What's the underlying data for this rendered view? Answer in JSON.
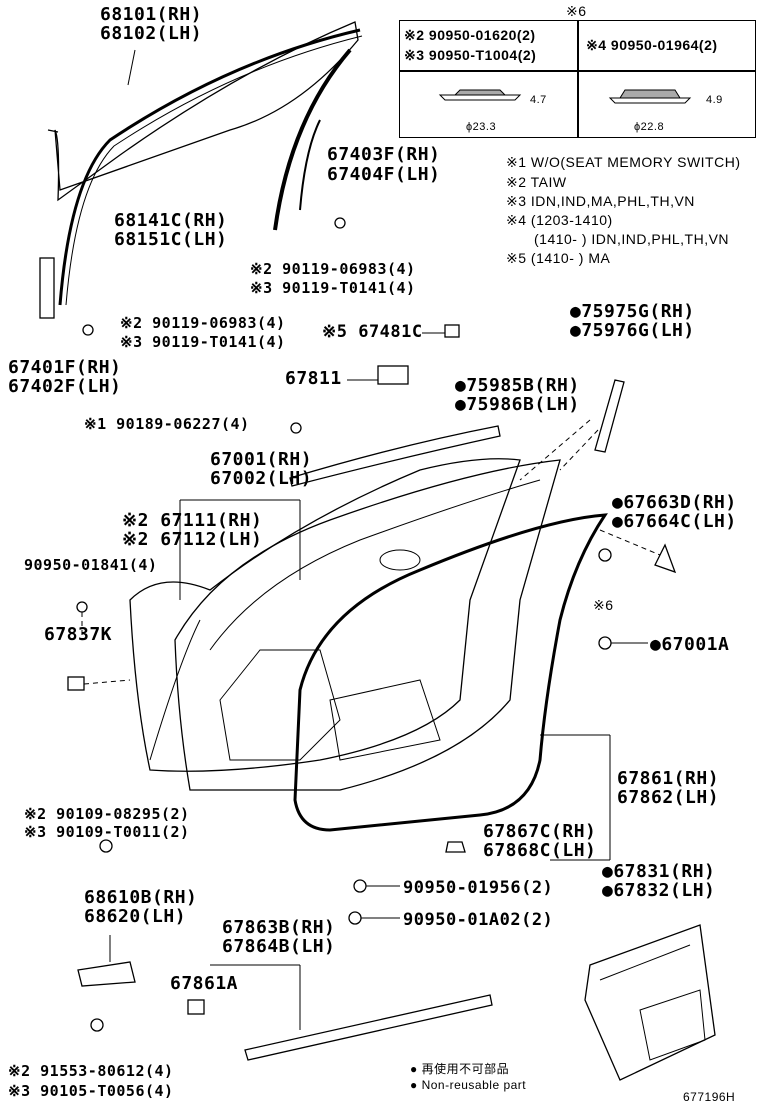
{
  "diagram": {
    "part_labels": {
      "glass": [
        "68101(RH)",
        "68102(LH)"
      ],
      "run_front": [
        "68141C(RH)",
        "68151C(LH)"
      ],
      "regulator_rear": [
        "67403F(RH)",
        "67404F(LH)"
      ],
      "screw_a": [
        "※2 90119-06983(4)",
        "※3 90119-T0141(4)"
      ],
      "screw_b": [
        "※2 90119-06983(4)",
        "※3 90119-T0141(4)"
      ],
      "regulator_front": [
        "67401F(RH)",
        "67402F(LH)"
      ],
      "clip_481": "※5 67481C",
      "pad_811": "67811",
      "weatherstrip_upper": [
        "●75975G(RH)",
        "●75976G(LH)"
      ],
      "belt_moulding": [
        "●75985B(RH)",
        "●75986B(LH)"
      ],
      "bolt_189": "※1 90189-06227(4)",
      "door_panel": [
        "67001(RH)",
        "67002(LH)"
      ],
      "frame": [
        "※2 67111(RH)",
        "※2 67112(LH)"
      ],
      "plug_841": "90950-01841(4)",
      "cover_837": "67837K",
      "seal_663": [
        "●67663D(RH)",
        "●67664C(LH)"
      ],
      "note6": "※6",
      "plug_001a": "●67001A",
      "weatherstrip_door": [
        "67861(RH)",
        "67862(LH)"
      ],
      "screw_109": [
        "※2 90109-08295(2)",
        "※3 90109-T0011(2)"
      ],
      "weatherstrip_sub": [
        "67867C(RH)",
        "67868C(LH)"
      ],
      "plug_956": "90950-01956(2)",
      "check_610": [
        "68610B(RH)",
        "68620(LH)"
      ],
      "service_hole_cover": [
        "●67831(RH)",
        "●67832(LH)"
      ],
      "plug_a02": "90950-01A02(2)",
      "weatherstrip_lower": [
        "67863B(RH)",
        "67864B(LH)"
      ],
      "clip_861a": "67861A",
      "bolt_553": [
        "※2 91553-80612(4)",
        "※3 90105-T0056(4)"
      ]
    },
    "inset": {
      "title": "※6",
      "left_parts": [
        "※2 90950-01620(2)",
        "※3 90950-T1004(2)"
      ],
      "right_part": "※4 90950-01964(2)",
      "left_dims": {
        "height": "4.7",
        "diameter": "ϕ23.3"
      },
      "right_dims": {
        "height": "4.9",
        "diameter": "ϕ22.8"
      }
    },
    "notes": [
      "※1 W/O(SEAT MEMORY SWITCH)",
      "※2 TAIW",
      "※3 IDN,IND,MA,PHL,TH,VN",
      "※4 (1203-1410)",
      "(1410-      ) IDN,IND,PHL,TH,VN",
      "※5 (1410-      ) MA"
    ],
    "legend": {
      "jp": "● 再使用不可部品",
      "en": "● Non-reusable part"
    },
    "figure_code": "677196H"
  }
}
